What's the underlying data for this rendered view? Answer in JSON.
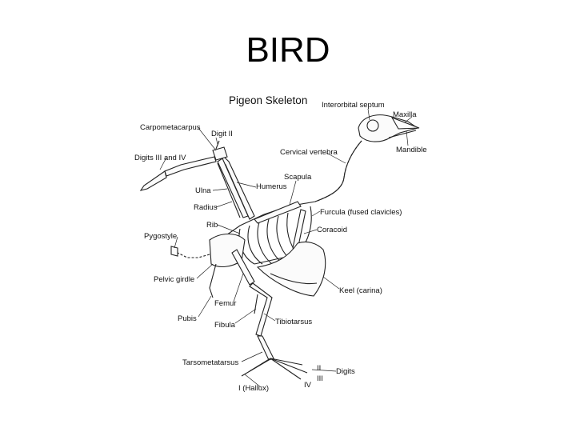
{
  "slide": {
    "title": "BIRD"
  },
  "diagram": {
    "title": "Pigeon Skeleton",
    "labels": {
      "interorbital_septum": "Interorbital septum",
      "maxilla": "Maxilla",
      "mandible": "Mandible",
      "carpometacarpus": "Carpometacarpus",
      "digit_ii": "Digit II",
      "digits_iii_iv": "Digits III and IV",
      "cervical_vertebra": "Cervical vertebra",
      "scapula": "Scapula",
      "humerus": "Humerus",
      "ulna": "Ulna",
      "radius": "Radius",
      "furcula": "Furcula (fused clavicles)",
      "rib": "Rib",
      "coracoid": "Coracoid",
      "pygostyle": "Pygostyle",
      "pelvic_girdle": "Pelvic girdle",
      "keel": "Keel (carina)",
      "femur": "Femur",
      "pubis": "Pubis",
      "fibula": "Fibula",
      "tibiotarsus": "Tibiotarsus",
      "tarsometatarsus": "Tarsometatarsus",
      "digits": "Digits",
      "digit_ii_roman": "II",
      "digit_iii_roman": "III",
      "digit_iv_roman": "IV",
      "hallux": "I (Hallux)"
    }
  }
}
